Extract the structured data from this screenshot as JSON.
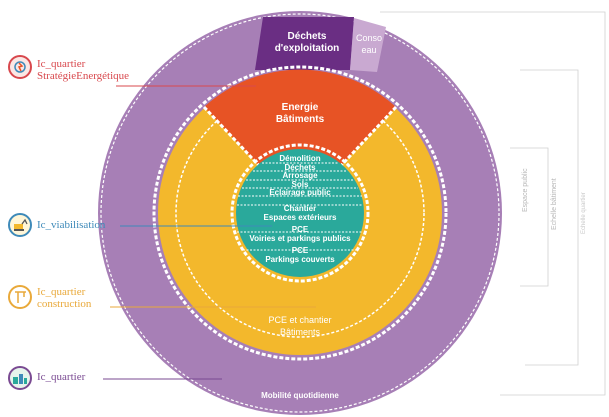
{
  "colors": {
    "outer": "#a77fb6",
    "outer_dark": "#6a2e83",
    "outer_light": "#c9a9d1",
    "yellow": "#f3b82c",
    "orange": "#e75325",
    "teal": "#2aa99b",
    "label_red": "#d8484d",
    "label_blue": "#3e8ab9",
    "label_gold": "#e9a93a",
    "label_purple": "#7a4a92",
    "scale_text": "#b7b7b7"
  },
  "ring_labels": {
    "dechets_exploitation": [
      "Déchets",
      "d'exploitation"
    ],
    "conso_eau": [
      "Conso",
      "eau"
    ],
    "energie": [
      "Energie",
      "Bâtiments"
    ],
    "pce_chantier": [
      "PCE et chantier",
      "Bâtiments"
    ],
    "mobilite": "Mobilité quotidienne"
  },
  "core_items": [
    "Démolition",
    "Déchets",
    "Arrosage",
    "Sols",
    "Eclairage public",
    "Chantier",
    "Espaces extérieurs",
    "PCE",
    "Voiries et parkings publics",
    "PCE",
    "Parkings couverts"
  ],
  "legend": {
    "strategie": [
      "Ic_quartier",
      "StratégieEnergétique"
    ],
    "viabilisation": "Ic_viabilisation",
    "construction": [
      "Ic_quartier",
      "construction"
    ],
    "quartier": "Ic_quartier"
  },
  "legend_icons": {
    "strategie": "energy-strategy-icon",
    "viabilisation": "excavator-icon",
    "construction": "crane-icon",
    "quartier": "neighborhood-icon"
  },
  "scales": {
    "espace_public": "Espace public",
    "echelle_batiment": "Echelle bâtiment",
    "echelle_quartier": "Echelle quartier"
  }
}
